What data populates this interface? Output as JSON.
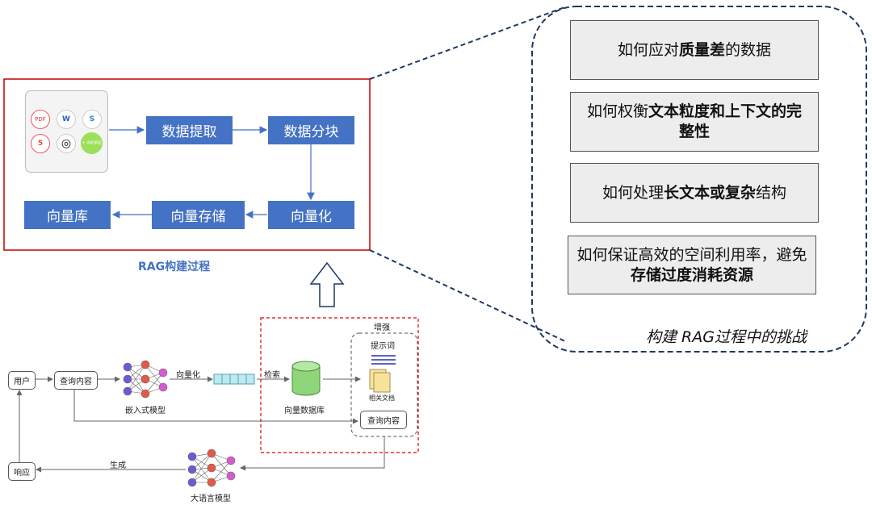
{
  "rag_build": {
    "title": "RAG构建过程",
    "steps": {
      "extract": "数据提取",
      "chunk": "数据分块",
      "vectorize": "向量化",
      "store": "向量存储",
      "db": "向量库"
    },
    "sources": {
      "pdf": "PDF",
      "word": "W",
      "cloud": "S",
      "html": "5",
      "openai": "◎",
      "more": "+ MORE"
    }
  },
  "challenges": {
    "caption": "构建 RAG过程中的挑战",
    "items": [
      {
        "pre": "如何应对",
        "bold": "质量差",
        "post": "的数据"
      },
      {
        "pre": "如何权衡",
        "bold": "文本粒度和上下文的完整性",
        "post": ""
      },
      {
        "pre": "如何处理",
        "bold": "长文本或复杂",
        "post": "结构"
      },
      {
        "pre": "如何保证高效的空间利用率，避免",
        "bold": "存储过度消耗资源",
        "post": ""
      }
    ]
  },
  "flow": {
    "user": "用户",
    "query": "查询内容",
    "embed_model": "嵌入式模型",
    "vectorize": "向量化",
    "retrieve": "检索",
    "vector_db": "向量数据库",
    "augment": "增强",
    "prompt": "提示词",
    "related_docs": "相关文档",
    "query2": "查询内容",
    "generate": "生成",
    "llm": "大语言模型",
    "response": "响应"
  },
  "colors": {
    "blue": "#4472c4",
    "red": "#c00000",
    "navy": "#1f3864"
  }
}
